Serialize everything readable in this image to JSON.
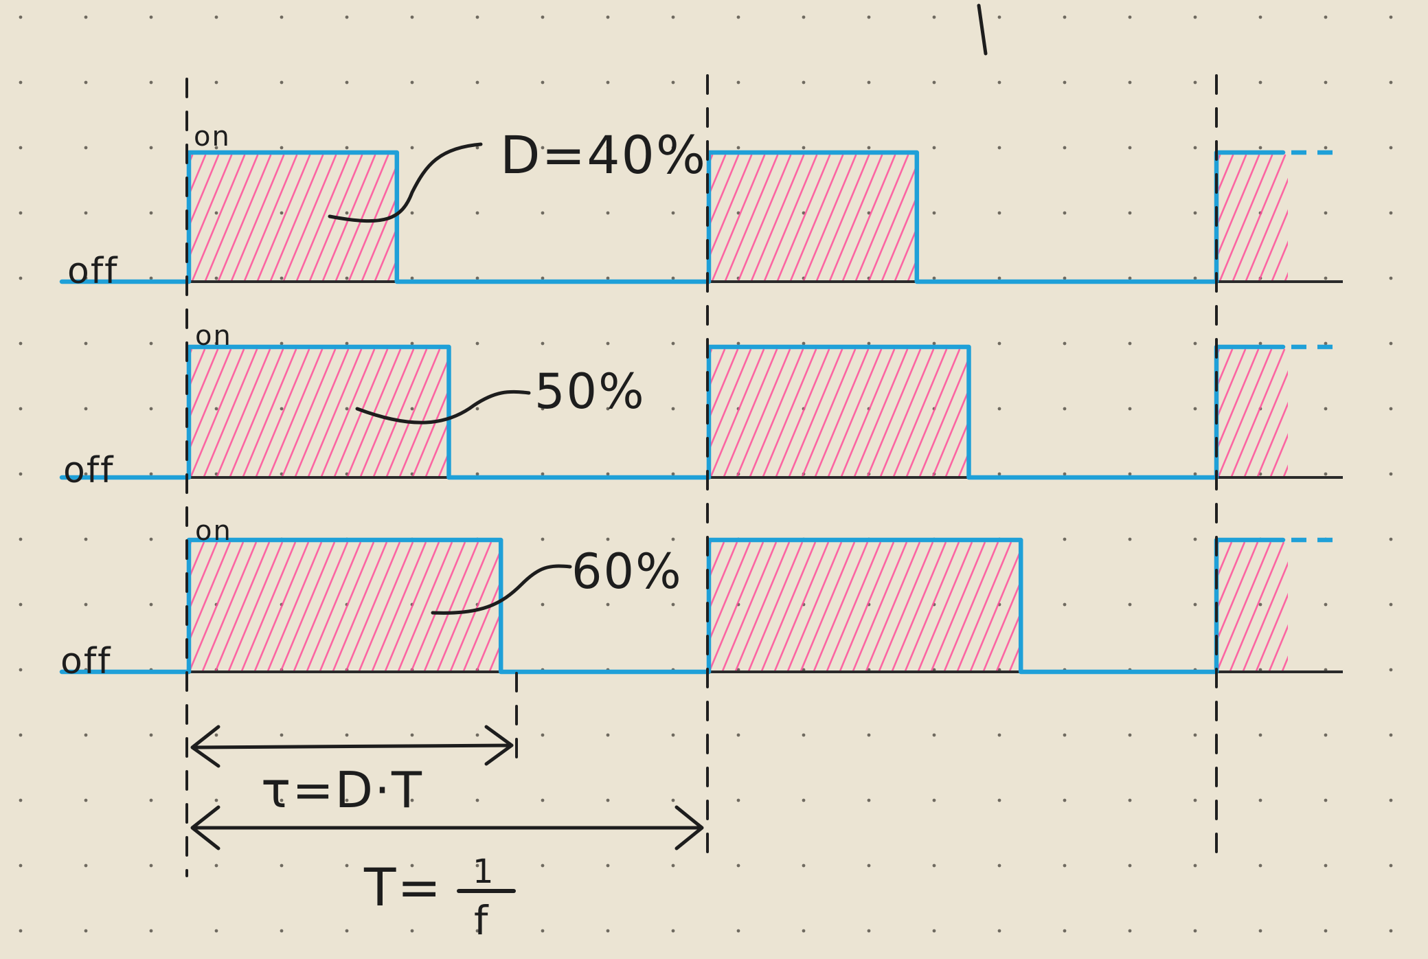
{
  "rows": [
    {
      "on_label": "on",
      "off_label": "off",
      "duty_label": "D=40%",
      "duty": 0.4
    },
    {
      "on_label": "on",
      "off_label": "off",
      "duty_label": "50%",
      "duty": 0.5
    },
    {
      "on_label": "on",
      "off_label": "off",
      "duty_label": "60%",
      "duty": 0.6
    }
  ],
  "pulse_width_label": "τ=D·T",
  "period_label": {
    "lhs": "T=",
    "numerator": "1",
    "denominator": "f"
  },
  "colors": {
    "paper": "#ebe4d3",
    "wave": "#1fa0d8",
    "hatch": "#ff4f9a",
    "ink": "#1d1d1d"
  }
}
